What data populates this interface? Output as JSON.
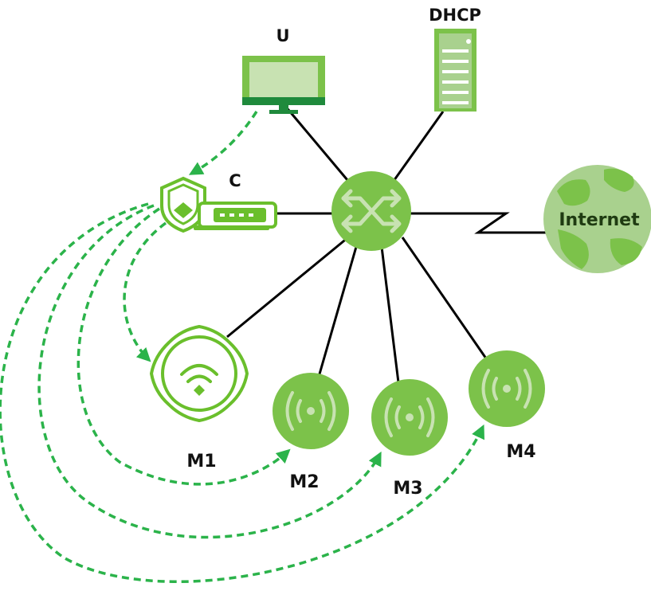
{
  "labels": {
    "user": "U",
    "dhcp": "DHCP",
    "controller": "C",
    "internet": "Internet",
    "m1": "M1",
    "m2": "M2",
    "m3": "M3",
    "m4": "M4"
  },
  "colors": {
    "green": "#7cc24a",
    "green_dark": "#1f8a3c",
    "green_light": "#a9d18e",
    "green_pale": "#c8e2b2",
    "dash": "#2bb34a",
    "line": "#000000"
  },
  "icons": {
    "user": "monitor-icon",
    "dhcp": "server-icon",
    "controller": "shield-gateway-icon",
    "switch": "switch-icon",
    "internet": "globe-icon",
    "m1": "wifi-access-point-icon",
    "m2": "wireless-signal-icon",
    "m3": "wireless-signal-icon",
    "m4": "wireless-signal-icon"
  }
}
